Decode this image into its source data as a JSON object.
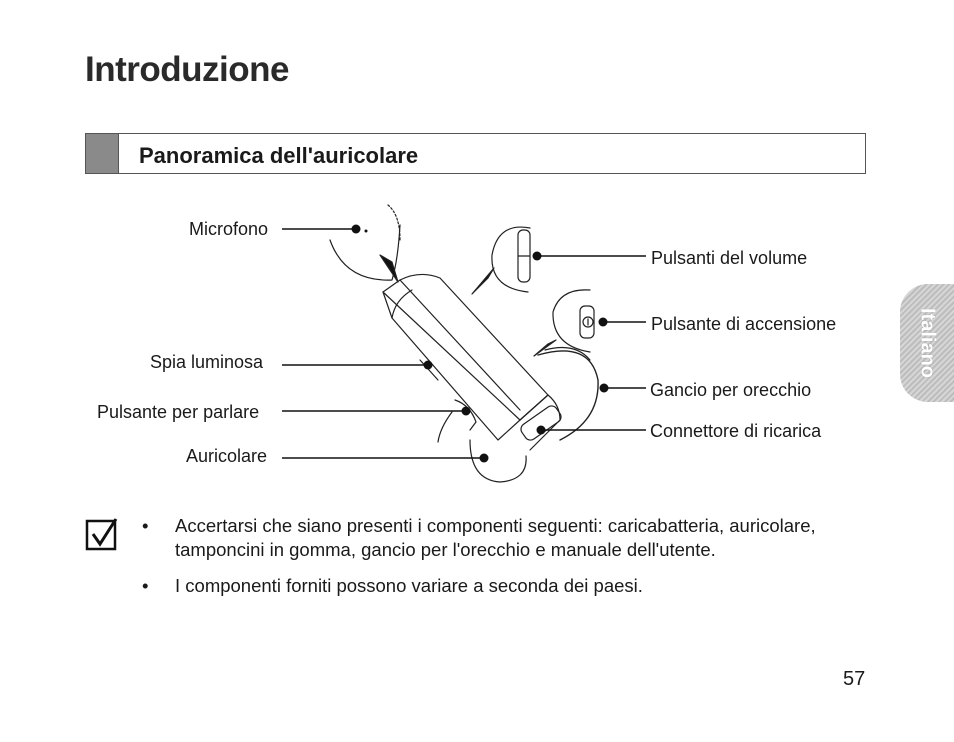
{
  "page": {
    "title": "Introduzione",
    "section_heading": "Panoramica dell'auricolare",
    "side_tab": "Italiano",
    "page_number": "57"
  },
  "diagram": {
    "labels_left": {
      "microphone": "Microfono",
      "indicator_light": "Spia luminosa",
      "talk_button": "Pulsante per parlare",
      "earpiece": "Auricolare"
    },
    "labels_right": {
      "volume_buttons": "Pulsanti del volume",
      "power_button": "Pulsante di accensione",
      "ear_hook": "Gancio per orecchio",
      "charging_connector": "Connettore di ricarica"
    }
  },
  "notes": {
    "icon": "checkbox-check-icon",
    "items": [
      "Accertarsi che siano presenti i componenti seguenti: caricabatteria, auricolare, tamponcini in gomma, gancio per l'orecchio e manuale dell'utente.",
      "I componenti forniti possono variare a seconda dei paesi."
    ]
  }
}
